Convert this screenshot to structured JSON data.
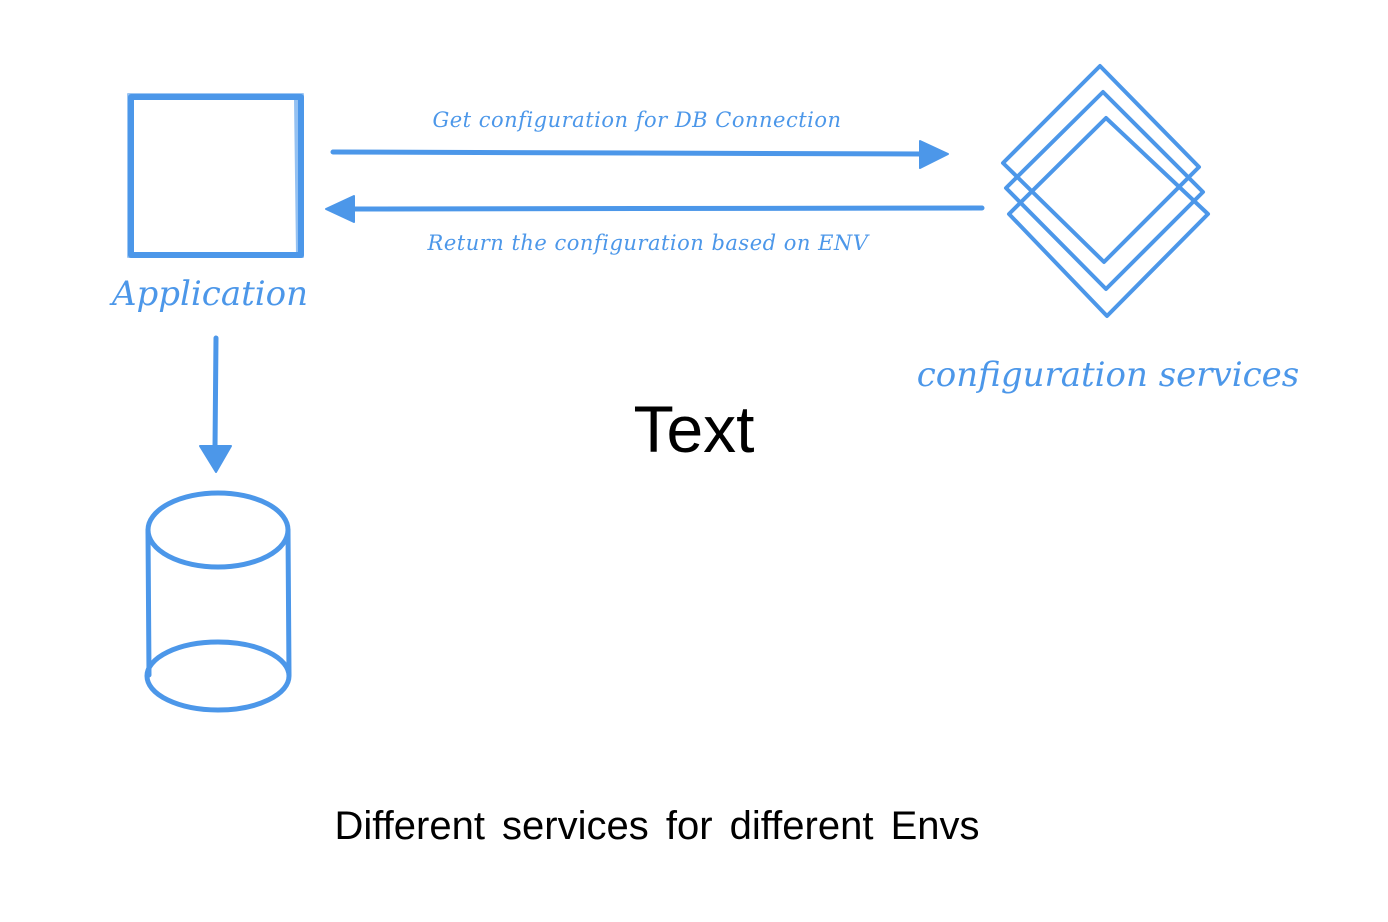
{
  "diagram": {
    "nodes": {
      "application": {
        "label": "Application",
        "shape": "square"
      },
      "configuration_services": {
        "label": "configuration services",
        "shape": "stacked-diamonds"
      },
      "database": {
        "label": "",
        "shape": "cylinder"
      }
    },
    "edges": {
      "request": {
        "label": "Get configuration for DB Connection",
        "from": "application",
        "to": "configuration_services"
      },
      "response": {
        "label": "Return the configuration based on ENV",
        "from": "configuration_services",
        "to": "application"
      },
      "db_link": {
        "label": "",
        "from": "application",
        "to": "database"
      }
    },
    "placeholder_text": "Text",
    "caption": "Different services for different Envs"
  },
  "colors": {
    "accent": "#4c97e9",
    "text": "#000000",
    "background": "#ffffff"
  }
}
